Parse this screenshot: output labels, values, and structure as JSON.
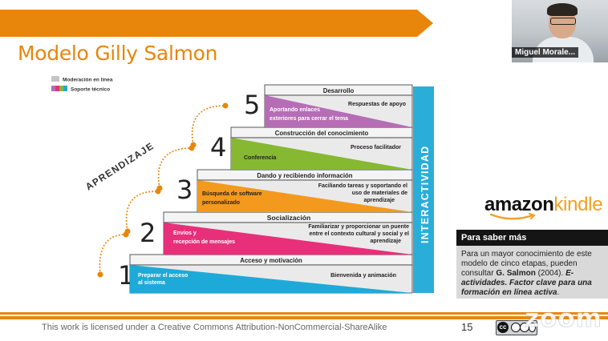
{
  "slide": {
    "title": "Modelo Gilly Salmon",
    "accent_color": "#e8860b",
    "page_number": "15",
    "license_text": "This work is licensed under a Creative Commons Attribution-NonCommercial-ShareAlike",
    "cc_icon": "creative-commons-by-nc-sa-icon"
  },
  "video": {
    "participant_name": "Miguel Morale..."
  },
  "zoom": {
    "watermark": "zoom"
  },
  "diagram": {
    "legend": [
      {
        "label": "Moderación en línea",
        "icon": "gray-swatch-icon"
      },
      {
        "label": "Soporte técnico",
        "icon": "multicolor-swatch-icon"
      }
    ],
    "left_label": "APRENDIZAJE",
    "right_label": "INTERACTIVIDAD",
    "steps": [
      {
        "number": "1",
        "title": "Acceso y motivación",
        "left_text": [
          "Preparar el acceso",
          "al sistema"
        ],
        "right_text": [
          "Bienvenida y animación"
        ],
        "color": "#1eaad8"
      },
      {
        "number": "2",
        "title": "Socialización",
        "left_text": [
          "Envíos y",
          "recepción de mensajes"
        ],
        "right_text": [
          "Familiarizar y proporcionar un puente",
          "entre el contexto cultural y social y el",
          "aprendizaje"
        ],
        "color": "#e8307a"
      },
      {
        "number": "3",
        "title": "Dando y recibiendo información",
        "left_text": [
          "Búsqueda de software",
          "personalizado"
        ],
        "right_text": [
          "Faciliando tareas y soportando el",
          "uso de materiales de",
          "aprendizaje"
        ],
        "color": "#f39a1e"
      },
      {
        "number": "4",
        "title": "Construcción del conocimiento",
        "left_text": [
          "Conferencia"
        ],
        "right_text": [
          "Proceso facilitador"
        ],
        "color": "#86b832"
      },
      {
        "number": "5",
        "title": "Desarrollo",
        "left_text": [
          "Aportando enlaces",
          "exteriores para cerrar el tema"
        ],
        "right_text": [
          "Respuestas de apoyo"
        ],
        "color": "#b66db6"
      }
    ]
  },
  "kindle": {
    "brand_1": "amazon",
    "brand_2": "kindle"
  },
  "saber_mas": {
    "heading": "Para saber más",
    "text_1": "Para un mayor conocimiento de este modelo de cinco etapas, pueden consultar ",
    "author": "G. Salmon",
    "text_2": " (2004). ",
    "book": "E-actividades. Factor clave para una formación en línea activa",
    "text_3": "."
  }
}
